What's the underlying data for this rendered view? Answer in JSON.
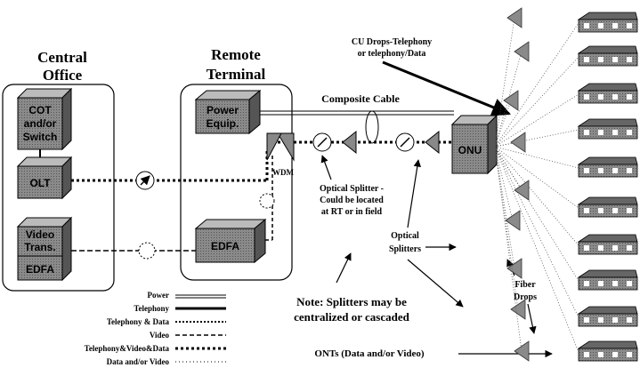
{
  "central_office": {
    "title_line1": "Central",
    "title_line2": "Office"
  },
  "remote_terminal": {
    "title_line1": "Remote",
    "title_line2": "Terminal"
  },
  "boxes": {
    "cot": [
      "COT",
      "and/or",
      "Switch"
    ],
    "olt": "OLT",
    "video": [
      "Video",
      "Trans."
    ],
    "edfa_co": "EDFA",
    "power": [
      "Power",
      "Equip."
    ],
    "edfa_rt": "EDFA",
    "onu": "ONU"
  },
  "labels": {
    "wdm": "WDM",
    "cu_drops_line1": "CU Drops-Telephony",
    "cu_drops_line2": "or telephony/Data",
    "composite_cable": "Composite Cable",
    "optical_splitter_line1": "Optical Splitter -",
    "optical_splitter_line2": "Could be located",
    "optical_splitter_line3": "at RT or in field",
    "optical_splitters_line1": "Optical",
    "optical_splitters_line2": "Splitters",
    "note_line1": "Note: Splitters may be",
    "note_line2": "centralized or cascaded",
    "onts": "ONTs (Data and/or Video)",
    "fiber_line1": "Fiber",
    "fiber_line2": "Drops"
  },
  "legend": [
    {
      "label": "Power",
      "style": "thin-double"
    },
    {
      "label": "Telephony",
      "style": "thick"
    },
    {
      "label": "Telephony & Data",
      "style": "dotted-thick"
    },
    {
      "label": "Video",
      "style": "dashed"
    },
    {
      "label": "Telephony&Video&Data",
      "style": "dotted-heavy"
    },
    {
      "label": "Data and/or Video",
      "style": "dotted-light"
    }
  ]
}
